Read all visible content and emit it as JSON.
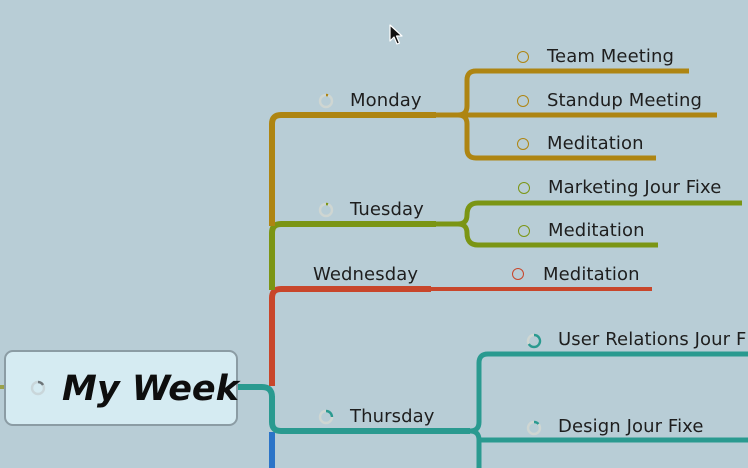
{
  "root": {
    "title": "My Week",
    "progress_icon": "progress-ring-icon"
  },
  "colors": {
    "background": "#b8cdd6",
    "monday": "#ae8512",
    "tuesday": "#7b9514",
    "wednesday": "#c8462b",
    "thursday": "#2a9a90",
    "friday": "#2b74c8"
  },
  "days": [
    {
      "label": "Monday",
      "tasks": [
        "Team Meeting",
        "Standup Meeting",
        "Meditation"
      ]
    },
    {
      "label": "Tuesday",
      "tasks": [
        "Marketing Jour Fixe",
        "Meditation"
      ]
    },
    {
      "label": "Wednesday",
      "tasks": [
        "Meditation"
      ]
    },
    {
      "label": "Thursday",
      "tasks": [
        "User Relations Jour F",
        "Design Jour Fixe"
      ]
    }
  ]
}
